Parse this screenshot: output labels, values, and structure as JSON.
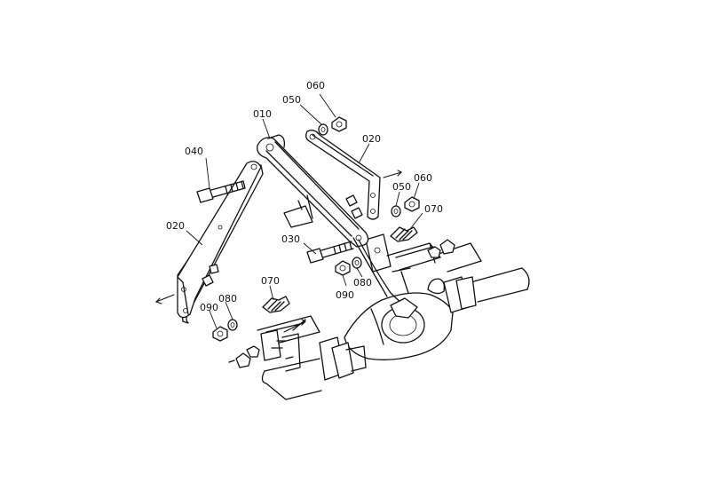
{
  "diagram": {
    "callouts": [
      {
        "id": "c060a",
        "text": "060"
      },
      {
        "id": "c050",
        "text": "050"
      },
      {
        "id": "c010",
        "text": "010"
      },
      {
        "id": "c020a",
        "text": "020"
      },
      {
        "id": "c040",
        "text": "040"
      },
      {
        "id": "c050b",
        "text": "050"
      },
      {
        "id": "c060b",
        "text": "060"
      },
      {
        "id": "c070a",
        "text": "070"
      },
      {
        "id": "c020b",
        "text": "020"
      },
      {
        "id": "c030",
        "text": "030"
      },
      {
        "id": "c090a",
        "text": "090"
      },
      {
        "id": "c080a",
        "text": "080"
      },
      {
        "id": "c070b",
        "text": "070"
      },
      {
        "id": "c090b",
        "text": "090"
      },
      {
        "id": "c080b",
        "text": "080"
      }
    ]
  }
}
